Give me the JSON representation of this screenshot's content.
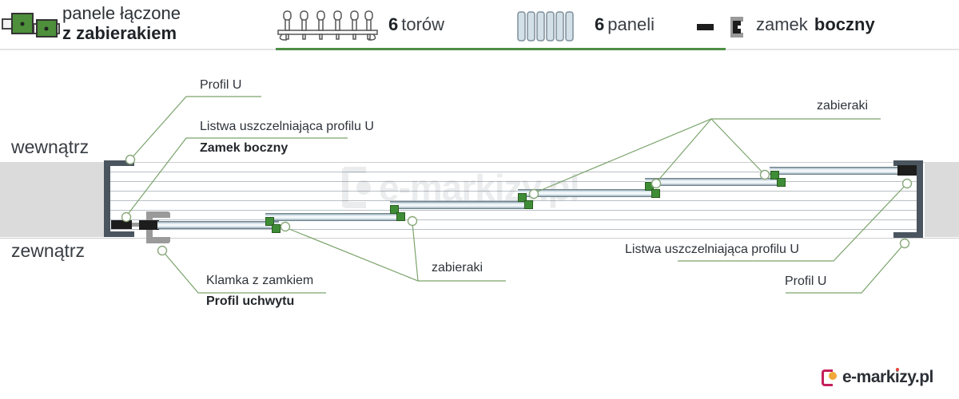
{
  "header": {
    "title_line1": "panele łączone",
    "title_line2": "z zabierakiem",
    "stat_tracks": {
      "count": "6",
      "label": "torów"
    },
    "stat_panels": {
      "count": "6",
      "label": "paneli"
    },
    "lock": {
      "label_regular": "zamek",
      "label_bold": "boczny"
    }
  },
  "diagram": {
    "side_labels": {
      "inside": "wewnątrz",
      "outside": "zewnątrz"
    },
    "labels": {
      "profil_u_left": "Profil U",
      "listwa_left": "Listwa uszczelniająca profilu U",
      "zamek_boczny": "Zamek boczny",
      "klamka": "Klamka z zamkiem",
      "profil_uchwytu": "Profil uchwytu",
      "zabieraki_bottom": "zabieraki",
      "zabieraki_top": "zabieraki",
      "listwa_right": "Listwa uszczelniająca profilu U",
      "profil_u_right": "Profil U"
    },
    "panel_count": 6,
    "track_count": 6
  },
  "watermark": {
    "text": "e-markizy.pl"
  },
  "logo": {
    "text": "e-markizy.pl",
    "parts": [
      "e-mark",
      "i",
      "zy.pl"
    ]
  },
  "colors": {
    "accent_green": "#4e8e46",
    "zabierak_green": "#3f8c36",
    "leader_green": "#7aa36b",
    "frame_dark": "#4a555f",
    "seal_black": "#1d1d1d",
    "panel_fill": "#dce6ed",
    "wall_gray": "#dbdbdb",
    "logo_pink": "#c5205c",
    "logo_orange": "#f0a839"
  }
}
